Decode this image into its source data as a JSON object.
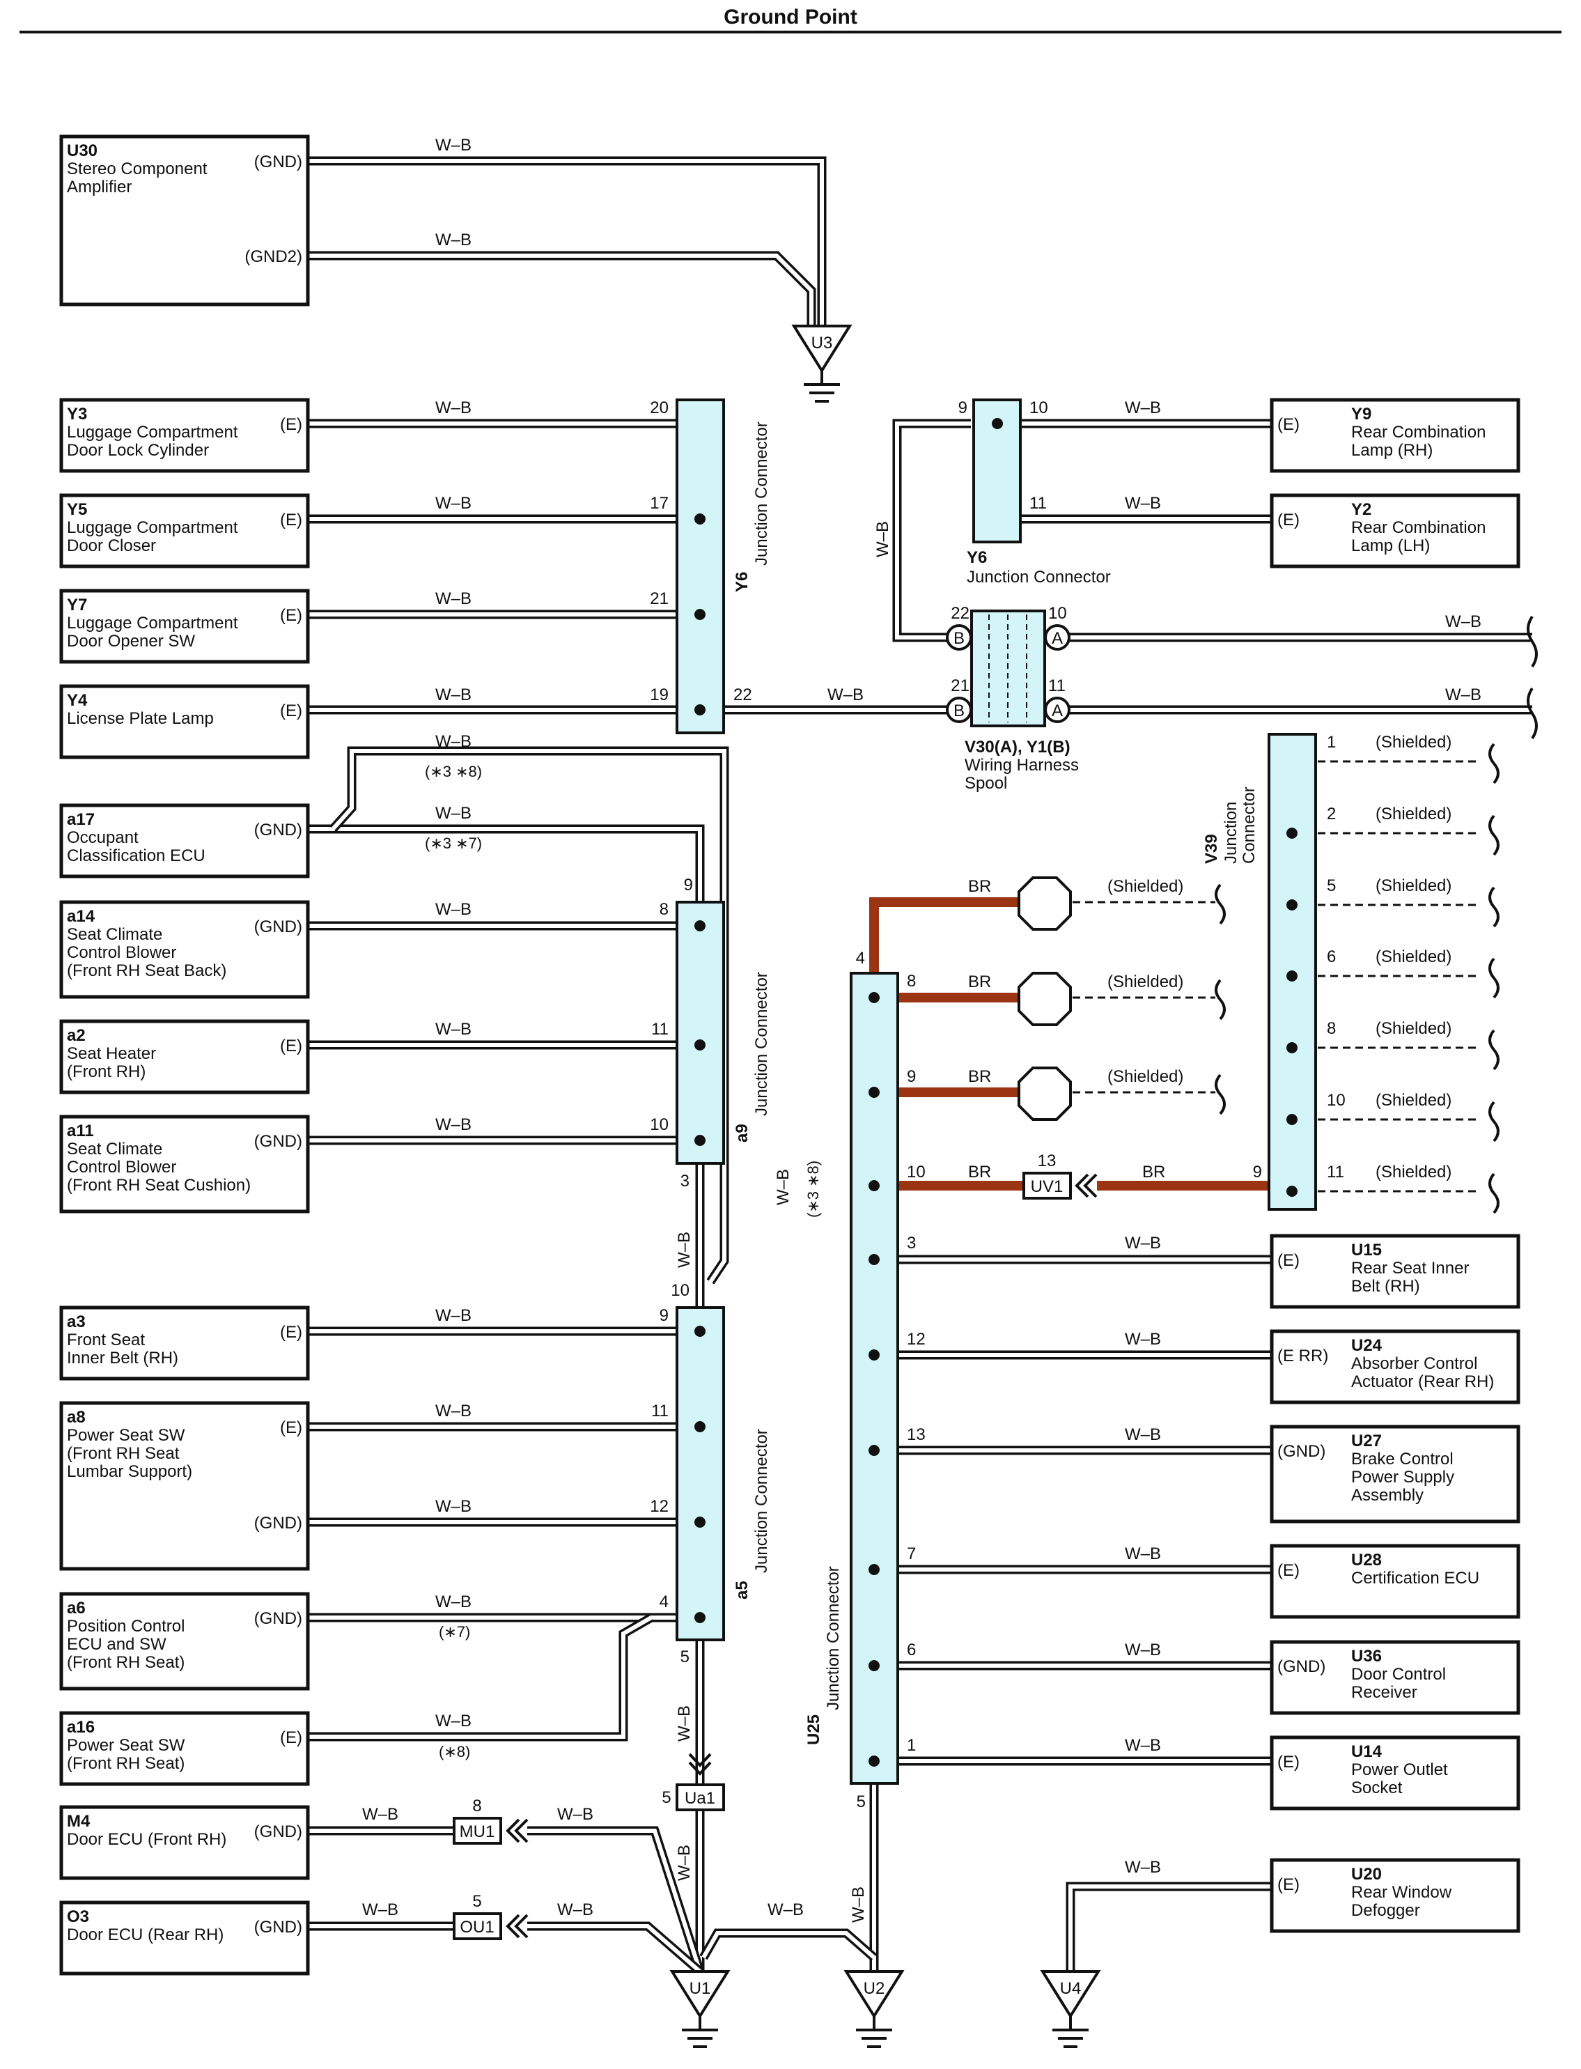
{
  "title": "Ground Point",
  "wire_color": "W–B",
  "br_color": "BR",
  "shielded": "(Shielded)",
  "components": [
    {
      "id": "U30",
      "name": [
        "Stereo Component",
        "Amplifier"
      ],
      "pins": [
        "(GND)",
        "(GND2)"
      ]
    },
    {
      "id": "Y3",
      "name": [
        "Luggage Compartment",
        "Door Lock Cylinder"
      ],
      "pins": [
        "(E)"
      ]
    },
    {
      "id": "Y5",
      "name": [
        "Luggage Compartment",
        "Door Closer"
      ],
      "pins": [
        "(E)"
      ]
    },
    {
      "id": "Y7",
      "name": [
        "Luggage Compartment",
        "Door Opener SW"
      ],
      "pins": [
        "(E)"
      ]
    },
    {
      "id": "Y4",
      "name": [
        "License Plate Lamp"
      ],
      "pins": [
        "(E)"
      ]
    },
    {
      "id": "a17",
      "name": [
        "Occupant",
        "Classification ECU"
      ],
      "pins": [
        "(GND)"
      ]
    },
    {
      "id": "a14",
      "name": [
        "Seat Climate",
        "Control Blower",
        "(Front RH Seat Back)"
      ],
      "pins": [
        "(GND)"
      ]
    },
    {
      "id": "a2",
      "name": [
        "Seat Heater",
        "(Front RH)"
      ],
      "pins": [
        "(E)"
      ]
    },
    {
      "id": "a11",
      "name": [
        "Seat Climate",
        "Control Blower",
        "(Front RH Seat Cushion)"
      ],
      "pins": [
        "(GND)"
      ]
    },
    {
      "id": "a3",
      "name": [
        "Front Seat",
        "Inner Belt (RH)"
      ],
      "pins": [
        "(E)"
      ]
    },
    {
      "id": "a8",
      "name": [
        "Power Seat SW",
        "(Front RH Seat",
        " Lumbar Support)"
      ],
      "pins": [
        "(E)",
        "(GND)"
      ]
    },
    {
      "id": "a6",
      "name": [
        "Position Control",
        "ECU and SW",
        "(Front RH Seat)"
      ],
      "pins": [
        "(GND)"
      ]
    },
    {
      "id": "a16",
      "name": [
        "Power Seat SW",
        "(Front RH Seat)"
      ],
      "pins": [
        "(E)"
      ]
    },
    {
      "id": "M4",
      "name": [
        "Door ECU (Front RH)"
      ],
      "pins": [
        "(GND)"
      ]
    },
    {
      "id": "O3",
      "name": [
        "Door ECU (Rear RH)"
      ],
      "pins": [
        "(GND)"
      ]
    },
    {
      "id": "Y9",
      "name": [
        "Rear Combination",
        "Lamp (RH)"
      ],
      "pins": [
        "(E)"
      ]
    },
    {
      "id": "Y2",
      "name": [
        "Rear Combination",
        "Lamp (LH)"
      ],
      "pins": [
        "(E)"
      ]
    },
    {
      "id": "U15",
      "name": [
        "Rear Seat Inner",
        "Belt (RH)"
      ],
      "pins": [
        "(E)"
      ]
    },
    {
      "id": "U24",
      "name": [
        "Absorber Control",
        "Actuator (Rear RH)"
      ],
      "pins": [
        "(E RR)"
      ]
    },
    {
      "id": "U27",
      "name": [
        "Brake Control",
        "Power Supply",
        "Assembly"
      ],
      "pins": [
        "(GND)"
      ]
    },
    {
      "id": "U28",
      "name": [
        "Certification ECU"
      ],
      "pins": [
        "(E)"
      ]
    },
    {
      "id": "U36",
      "name": [
        "Door Control",
        "Receiver"
      ],
      "pins": [
        "(GND)"
      ]
    },
    {
      "id": "U14",
      "name": [
        "Power Outlet",
        "Socket"
      ],
      "pins": [
        "(E)"
      ]
    },
    {
      "id": "U20",
      "name": [
        "Rear Window",
        "Defogger"
      ],
      "pins": [
        "(E)"
      ]
    }
  ],
  "junctions": {
    "y6_left": {
      "id": "Y6",
      "label": "Junction Connector",
      "pins": [
        "20",
        "17",
        "21",
        "19",
        "22"
      ]
    },
    "y6_right": {
      "id": "Y6",
      "label": "Junction Connector",
      "pins": [
        "9",
        "10",
        "11"
      ]
    },
    "a9": {
      "id": "a9",
      "label": "Junction Connector",
      "pins": [
        "9",
        "8",
        "11",
        "10",
        "3"
      ]
    },
    "a5": {
      "id": "a5",
      "label": "Junction Connector",
      "pins": [
        "10",
        "9",
        "11",
        "12",
        "4",
        "5"
      ]
    },
    "u25": {
      "id": "U25",
      "label": "Junction Connector",
      "pins": [
        "4",
        "8",
        "9",
        "10",
        "3",
        "12",
        "13",
        "7",
        "6",
        "1",
        "5"
      ]
    },
    "v39": {
      "id": "V39",
      "label": [
        "Junction",
        "Connector"
      ],
      "pins": [
        "1",
        "2",
        "5",
        "6",
        "8",
        "10",
        "11",
        "9"
      ]
    }
  },
  "spool": {
    "id": "V30(A), Y1(B)",
    "name": [
      "Wiring Harness",
      "Spool"
    ],
    "pins": [
      "22",
      "10",
      "21",
      "11"
    ],
    "letters": [
      "B",
      "A"
    ]
  },
  "connectors": [
    {
      "id": "UV1",
      "pin": "13"
    },
    {
      "id": "Ua1",
      "pin": "5"
    },
    {
      "id": "MU1",
      "pin": "8"
    },
    {
      "id": "OU1",
      "pin": "5"
    }
  ],
  "grounds": [
    "U3",
    "U1",
    "U2",
    "U4"
  ],
  "notes": [
    "(∗3 ∗8)",
    "(∗3 ∗7)",
    "(∗7)",
    "(∗8)"
  ]
}
